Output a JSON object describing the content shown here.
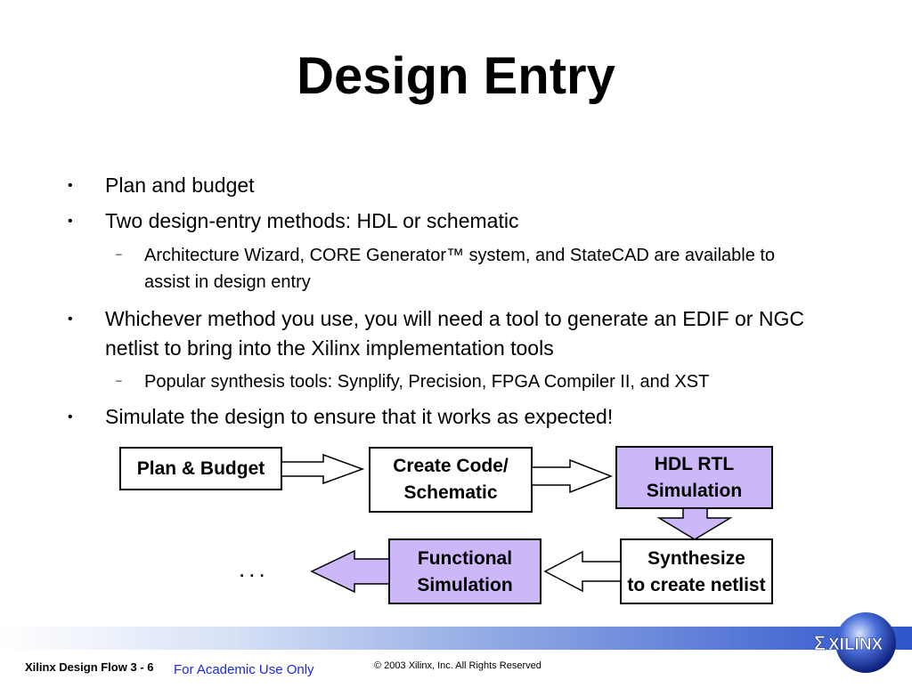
{
  "slide": {
    "title": "Design Entry"
  },
  "bullets": [
    {
      "text": "Plan and budget"
    },
    {
      "text": "Two design-entry methods: HDL or schematic"
    },
    {
      "text": "Architecture Wizard, CORE Generator™ system, and StateCAD are available to assist in design entry"
    },
    {
      "text": "Whichever method you use, you will need a tool to generate an EDIF or NGC netlist to bring into the Xilinx implementation tools"
    },
    {
      "text": "Popular synthesis tools: Synplify, Precision, FPGA Compiler II, and XST"
    },
    {
      "text": "Simulate the design to ensure that it works as expected!"
    }
  ],
  "bullet_markers": {
    "level1": "•",
    "level2": "–"
  },
  "flow": {
    "plan_budget": "Plan & Budget",
    "create_code_line1": "Create Code/",
    "create_code_line2": "Schematic",
    "hdl_rtl_line1": "HDL RTL",
    "hdl_rtl_line2": "Simulation",
    "synthesize_line1": "Synthesize",
    "synthesize_line2": "to create netlist",
    "functional_line1": "Functional",
    "functional_line2": "Simulation",
    "ellipsis": "...",
    "highlight_color": "#ccb8f8"
  },
  "footer": {
    "left": "Xilinx Design Flow 3 - 6",
    "center": "For Academic Use Only",
    "right": "© 2003 Xilinx, Inc. All Rights Reserved",
    "logo_text": "XILINX"
  }
}
